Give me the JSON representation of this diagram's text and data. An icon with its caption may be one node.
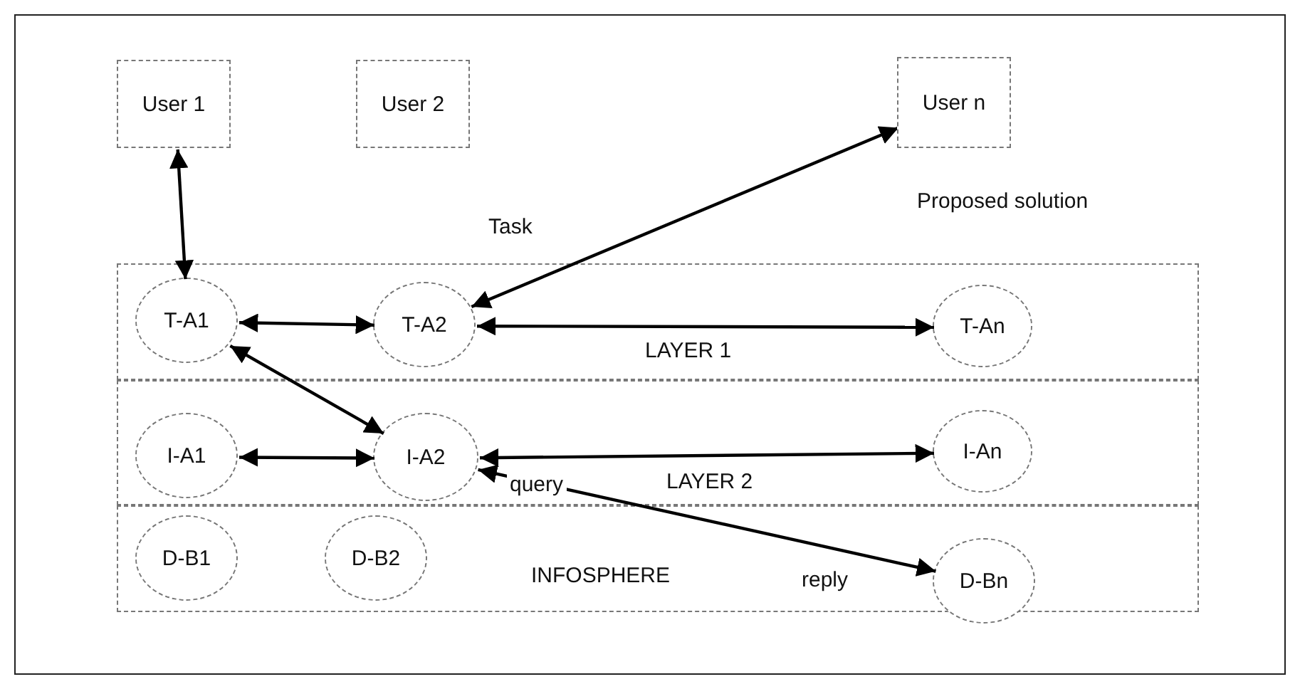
{
  "diagram": {
    "nodes": [
      {
        "text": [
          "User 1"
        ]
      },
      {
        "text": [
          "User 2"
        ]
      },
      {
        "text": [
          "User n"
        ]
      },
      {
        "text": [
          "LAYER 1"
        ]
      },
      {
        "text": [
          "T-A1"
        ],
        "in": 3
      },
      {
        "text": [
          "T-A2"
        ],
        "in": 3
      },
      {
        "text": [
          "T-An"
        ],
        "in": 3
      },
      {
        "text": [
          "LAYER 2"
        ]
      },
      {
        "text": [
          "I-A1"
        ],
        "in": 7
      },
      {
        "text": [
          "I-A2"
        ],
        "in": 7
      },
      {
        "text": [
          "I-An"
        ],
        "in": 7
      },
      {
        "text": [
          "INFOSPHERE"
        ]
      },
      {
        "text": [
          "D-B1"
        ],
        "in": 11
      },
      {
        "text": [
          "D-B2"
        ],
        "in": 11
      },
      {
        "text": [
          "D-Bn"
        ],
        "in": 11
      }
    ],
    "edges": [
      {
        "from": 0,
        "to": 4,
        "arrow": "both"
      },
      {
        "from": 5,
        "to": 2,
        "arrow": "both",
        "label": "Task"
      },
      {
        "from": 4,
        "to": 5,
        "arrow": "both"
      },
      {
        "from": 5,
        "to": 6,
        "arrow": "both"
      },
      {
        "from": 4,
        "to": 9,
        "arrow": "both"
      },
      {
        "from": 8,
        "to": 9,
        "arrow": "both"
      },
      {
        "from": 9,
        "to": 10,
        "arrow": "both"
      },
      {
        "from": 9,
        "to": 14,
        "arrow": "both",
        "label": "query"
      }
    ],
    "labels": [
      "Proposed solution",
      "reply"
    ]
  }
}
